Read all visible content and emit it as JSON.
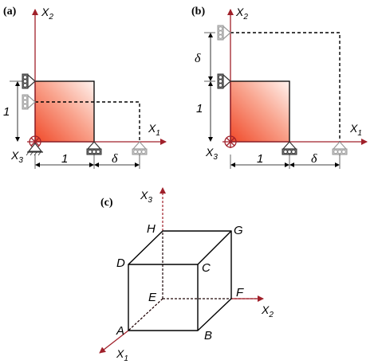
{
  "panels": {
    "a": {
      "label": "(a)",
      "x2": {
        "base": "X",
        "sub": "2"
      },
      "x1": {
        "base": "X",
        "sub": "1"
      },
      "x3": {
        "base": "X",
        "sub": "3"
      },
      "side_vertical": "1",
      "side_horizontal": "1",
      "displacement": "δ"
    },
    "b": {
      "label": "(b)",
      "x2": {
        "base": "X",
        "sub": "2"
      },
      "x1": {
        "base": "X",
        "sub": "1"
      },
      "x3": {
        "base": "X",
        "sub": "3"
      },
      "side_vertical": "1",
      "side_horizontal": "1",
      "displacement_vertical": "δ",
      "displacement_horizontal": "δ"
    },
    "c": {
      "label": "(c)",
      "x3": {
        "base": "X",
        "sub": "3"
      },
      "x2": {
        "base": "X",
        "sub": "2"
      },
      "x1": {
        "base": "X",
        "sub": "1"
      },
      "vertices": {
        "A": "A",
        "B": "B",
        "C": "C",
        "D": "D",
        "E": "E",
        "F": "F",
        "G": "G",
        "H": "H"
      }
    }
  },
  "colors": {
    "axis": "#a0202a",
    "fill_strong": "#f04a2a",
    "fill_light": "#fde5de",
    "support_active": "#555555",
    "support_ghost": "#a8a8a8"
  }
}
